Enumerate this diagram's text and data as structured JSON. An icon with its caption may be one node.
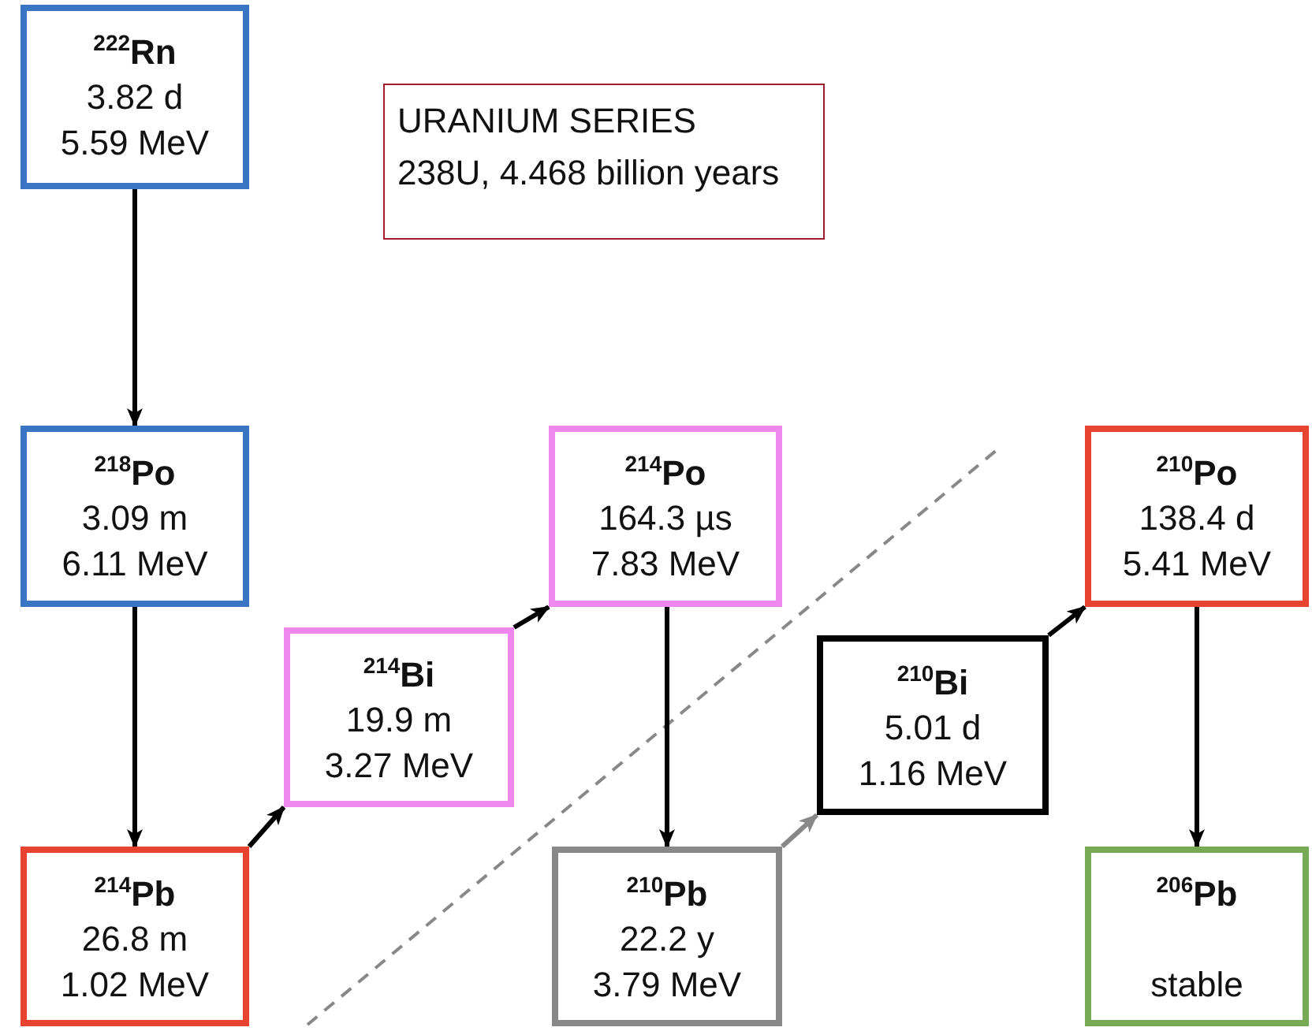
{
  "diagram": {
    "nodes": [
      {
        "text": [
          "$^{222}$Rn",
          "3.82 d",
          "5.59 MeV"
        ]
      },
      {
        "text": [
          "URANIUM SERIES",
          "238U, 4.468 billion years"
        ]
      },
      {
        "text": [
          "$^{218}$Po",
          "3.09 m",
          "6.11 MeV"
        ]
      },
      {
        "text": [
          "$^{214}$Po",
          "164.3 µs",
          "7.83 MeV"
        ]
      },
      {
        "text": [
          "$^{210}$Po",
          "138.4 d",
          "5.41 MeV"
        ]
      },
      {
        "text": [
          "$^{214}$Bi",
          "19.9 m",
          "3.27 MeV"
        ]
      },
      {
        "text": [
          "$^{210}$Bi",
          "5.01 d",
          "1.16 MeV"
        ]
      },
      {
        "text": [
          "$^{214}$Pb",
          "26.8 m",
          "1.02 MeV"
        ]
      },
      {
        "text": [
          "$^{210}$Pb",
          "22.2 y",
          "3.79 MeV"
        ]
      },
      {
        "text": [
          "$^{206}$Pb",
          "stable"
        ]
      }
    ],
    "edges": [
      {
        "from": 0,
        "to": 2,
        "arrow": "to"
      },
      {
        "from": 2,
        "to": 7,
        "arrow": "to"
      },
      {
        "from": 7,
        "to": 5,
        "arrow": "to"
      },
      {
        "from": 5,
        "to": 3,
        "arrow": "to"
      },
      {
        "from": 3,
        "to": 8,
        "arrow": "to"
      },
      {
        "from": 8,
        "to": 6,
        "arrow": "to",
        "color": "#888888"
      },
      {
        "from": 6,
        "to": 4,
        "arrow": "to"
      },
      {
        "from": 4,
        "to": 9,
        "arrow": "to"
      }
    ]
  }
}
